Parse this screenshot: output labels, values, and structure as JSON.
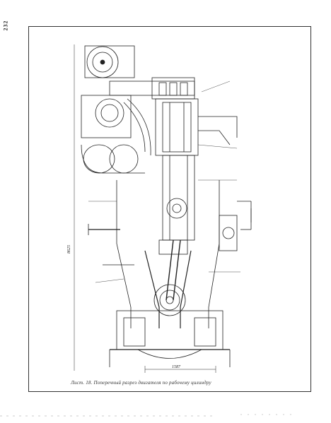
{
  "page": {
    "number": "232",
    "caption": "Лист. 18. Поперечный разрез двигателя по рабочему цилиндру"
  },
  "drawing": {
    "dim_bottom": "1587",
    "dim_height": "8625"
  }
}
